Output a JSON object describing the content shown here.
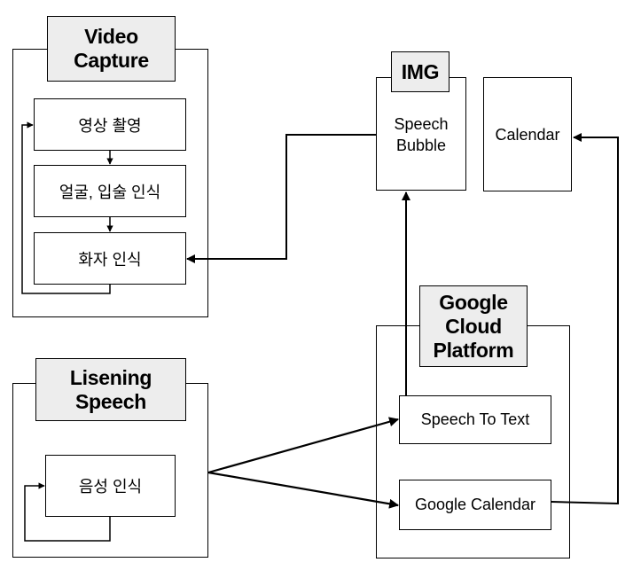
{
  "video_capture": {
    "title": "Video\nCapture",
    "steps": [
      "영상 촬영",
      "얼굴, 입술 인식",
      "화자 인식"
    ]
  },
  "listening_speech": {
    "title": "Lisening\nSpeech",
    "step": "음성 인식"
  },
  "img": {
    "title": "IMG",
    "label": "Speech\nBubble"
  },
  "calendar": {
    "label": "Calendar"
  },
  "google_cloud_platform": {
    "title": "Google\nCloud\nPlatform",
    "services": [
      "Speech To Text",
      "Google Calendar"
    ]
  }
}
